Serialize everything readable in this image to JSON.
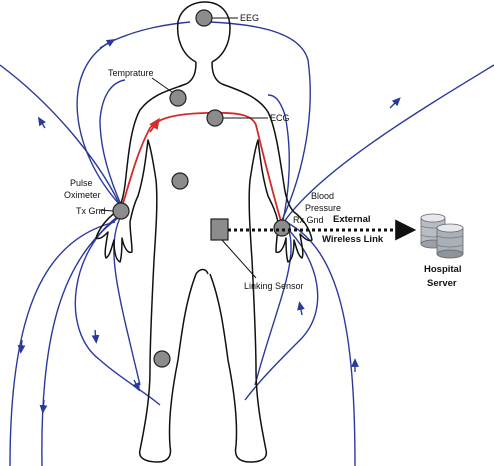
{
  "labels": {
    "eeg": "EEG",
    "temperature": "Temprature",
    "ecg": "ECG",
    "pulse": "Pulse",
    "oximeter": "Oximeter",
    "tx_gnd": "Tx Gnd",
    "blood": "Blood",
    "pressure": "Pressure",
    "rx_gnd": "Rx Gnd",
    "external": "External",
    "wireless_link": "Wireless Link",
    "linking_sensor": "Linking Sensor",
    "hospital": "Hospital",
    "server": "Server"
  },
  "colors": {
    "field_lines": "#2a3a9c",
    "signal_path": "#d42a2a",
    "sensor": "#8c8c8c",
    "body_outline": "#111111"
  },
  "icons": {
    "server": "database-server-icon",
    "sensor": "sensor-node-icon"
  }
}
